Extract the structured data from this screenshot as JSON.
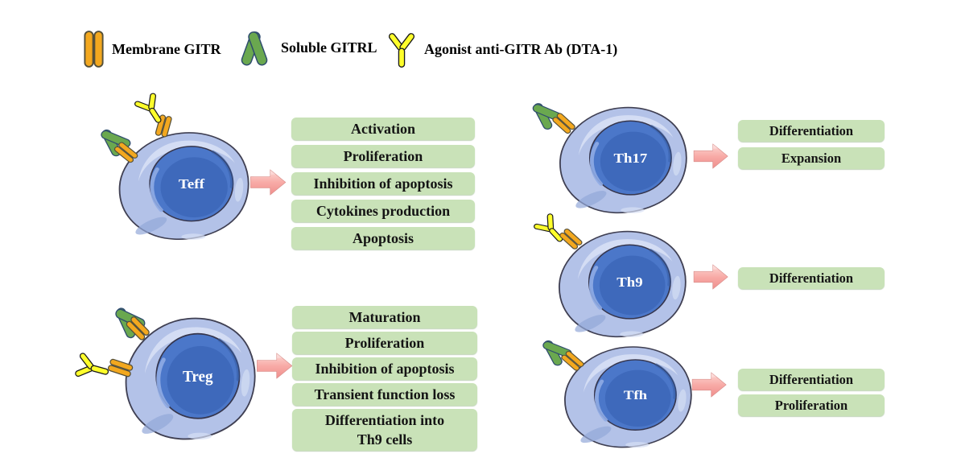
{
  "legend": {
    "items": [
      {
        "icon": "membrane-gitr-icon",
        "label": "Membrane GITR"
      },
      {
        "icon": "soluble-gitrl-icon",
        "label": "Soluble GITRL"
      },
      {
        "icon": "anti-gitr-antibody-icon",
        "label": "Agonist anti-GITR Ab (DTA-1)"
      }
    ]
  },
  "cells": {
    "teff": {
      "label": "Teff",
      "receptors": [
        "soluble-gitrl",
        "membrane-gitr",
        "anti-gitr-antibody",
        "membrane-gitr"
      ],
      "effects": [
        "Activation",
        "Proliferation",
        "Inhibition of apoptosis",
        "Cytokines production",
        "Apoptosis"
      ]
    },
    "treg": {
      "label": "Treg",
      "receptors": [
        "soluble-gitrl",
        "membrane-gitr",
        "anti-gitr-antibody",
        "membrane-gitr"
      ],
      "effects": [
        "Maturation",
        "Proliferation",
        "Inhibition of apoptosis",
        "Transient function loss",
        "Differentiation into\nTh9 cells"
      ]
    },
    "th17": {
      "label": "Th17",
      "receptors": [
        "soluble-gitrl",
        "membrane-gitr"
      ],
      "effects": [
        "Differentiation",
        "Expansion"
      ]
    },
    "th9": {
      "label": "Th9",
      "receptors": [
        "anti-gitr-antibody",
        "membrane-gitr"
      ],
      "effects": [
        "Differentiation"
      ]
    },
    "tfh": {
      "label": "Tfh",
      "receptors": [
        "soluble-gitrl",
        "membrane-gitr"
      ],
      "effects": [
        "Differentiation",
        "Proliferation"
      ]
    }
  },
  "colors": {
    "cell_body": "#b3c2e8",
    "cell_body_highlight": "#d7e0f5",
    "cell_nucleus": "#4b77c9",
    "cell_nucleus_inner": "#3e69bb",
    "effect_box": "#c9e2b8",
    "arrow_pink": "#f8aba7",
    "membrane_gitr_orange": "#f3a81f",
    "soluble_gitrl_green": "#6aa84f",
    "antibody_yellow": "#ffff2b"
  }
}
